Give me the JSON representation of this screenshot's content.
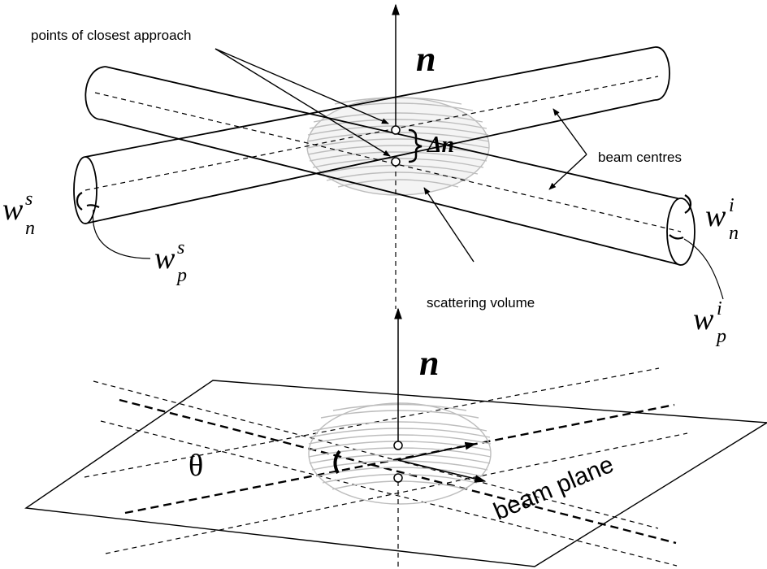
{
  "labels": {
    "points_of_closest_approach": "points of closest approach",
    "normal_top": "n",
    "normal_bottom": "n",
    "delta_n": "Δn",
    "beam_centres": "beam centres",
    "scattering_volume": "scattering volume",
    "theta": "θ",
    "beam_plane": "beam plane",
    "w_n_s": {
      "base": "w",
      "sup": "s",
      "sub": "n"
    },
    "w_p_s": {
      "base": "w",
      "sup": "s",
      "sub": "p"
    },
    "w_n_i": {
      "base": "w",
      "sup": "i",
      "sub": "n"
    },
    "w_p_i": {
      "base": "w",
      "sup": "i",
      "sub": "p"
    }
  },
  "colors": {
    "ink": "#000000",
    "ellipsoid_hatch": "#bdbdbd"
  }
}
